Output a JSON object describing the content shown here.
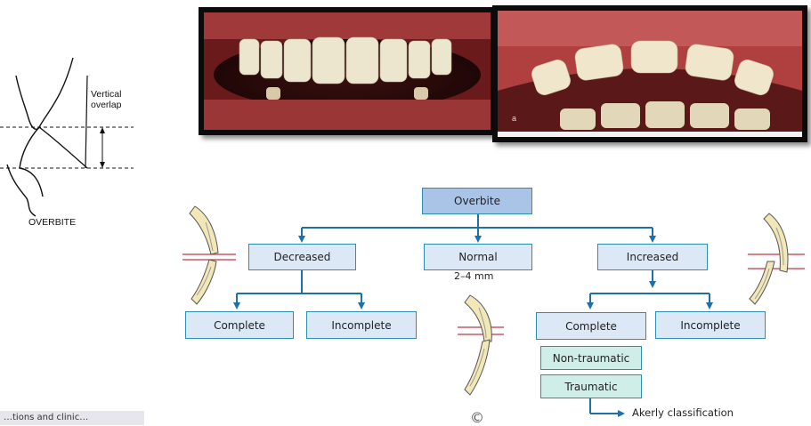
{
  "schematic": {
    "label_vertical_1": "Vertical",
    "label_vertical_2": "overlap",
    "label_caption": "OVERBITE"
  },
  "photos": {
    "right_marker": "a"
  },
  "flowchart": {
    "root": "Overbite",
    "decreased": "Decreased",
    "normal": "Normal",
    "normal_range": "2–4 mm",
    "increased": "Increased",
    "decreased_complete": "Complete",
    "decreased_incomplete": "Incomplete",
    "increased_complete": "Complete",
    "increased_incomplete": "Incomplete",
    "non_traumatic": "Non-traumatic",
    "traumatic": "Traumatic",
    "akerly": "Akerly classification",
    "logo_mark": "©"
  },
  "footer": {
    "cutoff_text": "…tions and clinic…"
  },
  "colors": {
    "box_border": "#2a8fb3",
    "box_fill": "#dce8f6",
    "root_fill": "#a9c4e6",
    "sub_fill": "#cfeee8",
    "arrow": "#1f6fa8",
    "overlap_line": "#c0384b"
  }
}
